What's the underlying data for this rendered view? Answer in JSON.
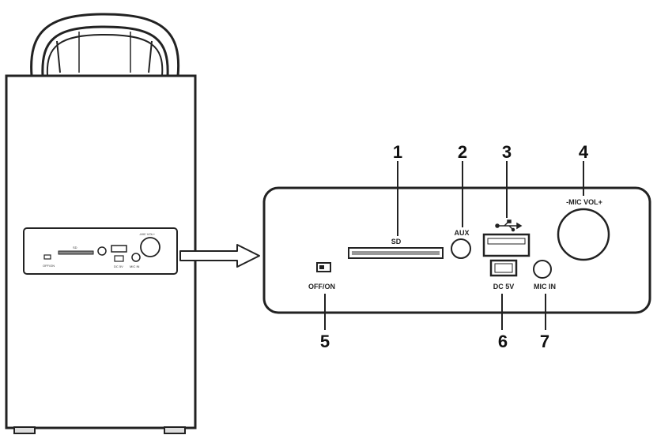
{
  "panel": {
    "labels": {
      "sd": "SD",
      "aux": "AUX",
      "mic_vol": "-MIC VOL+",
      "off_on": "OFF/ON",
      "dc_5v": "DC 5V",
      "mic_in": "MIC IN"
    },
    "callouts": [
      "1",
      "2",
      "3",
      "4",
      "5",
      "6",
      "7"
    ]
  },
  "icons": {
    "usb": "usb-icon",
    "arrow": "right-arrow-icon"
  },
  "colors": {
    "line": "#222222",
    "background": "#ffffff"
  }
}
